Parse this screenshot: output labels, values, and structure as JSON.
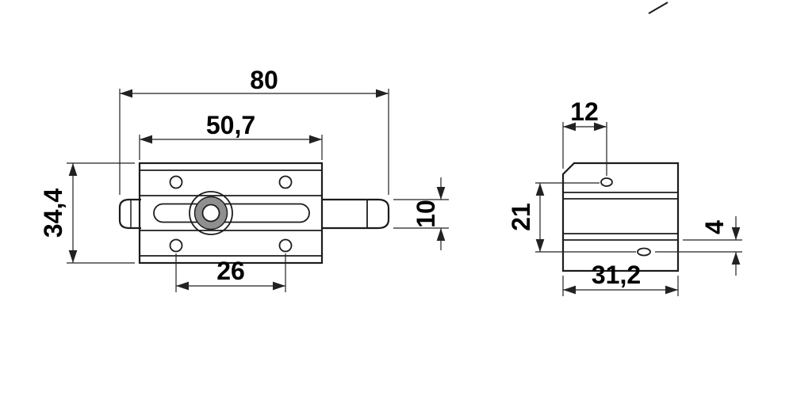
{
  "colors": {
    "line": "#1c1c1c",
    "dimension": "#222222",
    "text": "#000000",
    "knob_ring": "#8f8f8f",
    "background": "#ffffff"
  },
  "front_view": {
    "dimensions": {
      "overall_width": "80",
      "plate_width": "50,7",
      "plate_height": "34,4",
      "bolt_height": "10",
      "lower_hole_spacing": "26"
    }
  },
  "side_view": {
    "dimensions": {
      "hole_offset_from_edge": "12",
      "hole_vertical_spacing": "21",
      "lower_hole_offset": "4",
      "overall_depth": "31,2"
    }
  }
}
